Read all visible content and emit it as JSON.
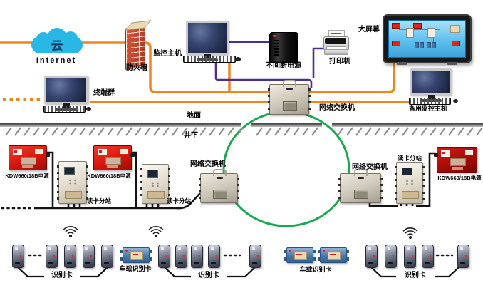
{
  "colors": {
    "orange_cable": "#EE8522",
    "purple_cable": "#4B2F92",
    "green_ring": "#17A94E",
    "power_box_red": "#DC1F14",
    "power_box_dark_red": "#B40F0A",
    "cloud_blue": "#29B8E5",
    "vehicle_card_blue": "#4878AB",
    "big_screen_blue": "#5FC0EE"
  },
  "surface": {
    "internet": {
      "label": "Internet",
      "cloud_text": "云"
    },
    "firewall": {
      "label": "防火墙"
    },
    "monitoring_host": {
      "label": "监控主机"
    },
    "ups": {
      "label": "不间断电源"
    },
    "printer": {
      "label": "打印机"
    },
    "big_screen": {
      "label": "大屏幕"
    },
    "terminal_group": {
      "label": "终端群"
    },
    "network_switch": {
      "label": "网络交换机"
    },
    "backup_host": {
      "label": "备用监控主机"
    },
    "ground_label": "地面",
    "underground_label": "井下"
  },
  "underground": {
    "power_supplies": [
      {
        "label": "KDW660/18B电源"
      },
      {
        "label": "KDW660/18B电源"
      },
      {
        "label": "KDW660/18B电源"
      }
    ],
    "reader_substations": [
      {
        "label": "读卡分站"
      },
      {
        "label": "读卡分站"
      },
      {
        "label": "读卡分站"
      }
    ],
    "network_switches": [
      {
        "label": "网络交换机"
      },
      {
        "label": "网络交换机"
      }
    ]
  },
  "bottom": {
    "id_card_groups": [
      {
        "label": "识别卡"
      },
      {
        "label": "识别卡"
      },
      {
        "label": "识别卡"
      }
    ],
    "vehicle_card_groups": [
      {
        "label": "车载识别卡"
      },
      {
        "label": "车载识别卡"
      }
    ]
  }
}
